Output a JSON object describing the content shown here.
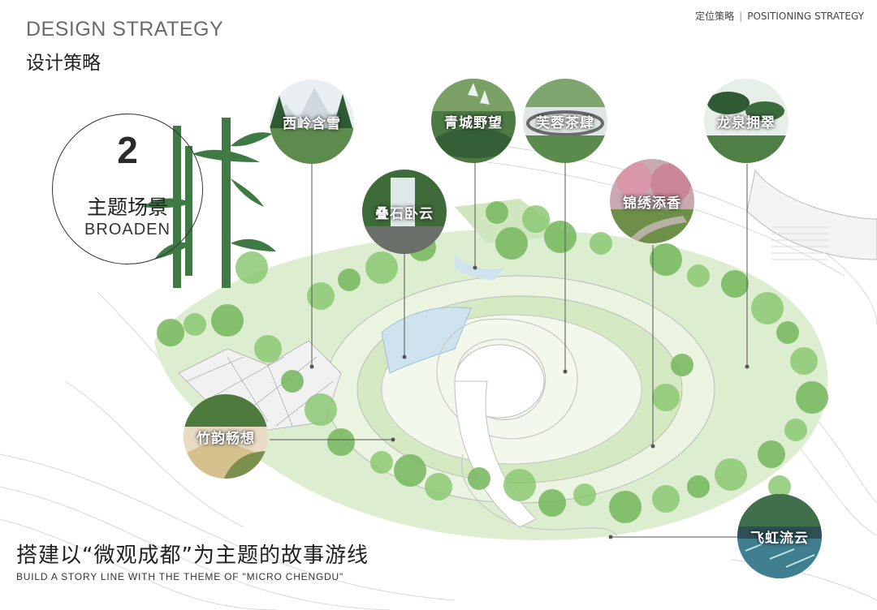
{
  "header": {
    "title_en": "DESIGN STRATEGY",
    "title_cn": "设计策略",
    "section_cn": "定位策略",
    "section_en": "POSITIONING STRATEGY"
  },
  "badge": {
    "number": "2",
    "title_cn": "主题场景",
    "title_en": "BROADEN"
  },
  "scenes": [
    {
      "label": "西岭含雪",
      "icon": "snow-mountain-photo"
    },
    {
      "label": "青城野望",
      "icon": "fountain-garden-photo"
    },
    {
      "label": "芙蓉茶肆",
      "icon": "teahouse-photo"
    },
    {
      "label": "龙泉拥翠",
      "icon": "pine-garden-photo"
    },
    {
      "label": "叠石卧云",
      "icon": "rock-waterfall-photo"
    },
    {
      "label": "锦绣添香",
      "icon": "flower-path-photo"
    },
    {
      "label": "竹韵畅想",
      "icon": "bamboo-hill-photo"
    },
    {
      "label": "飞虹流云",
      "icon": "water-feature-photo"
    }
  ],
  "footer": {
    "title_cn": "搭建以“微观成都”为主题的故事游线",
    "title_en": "BUILD A STORY LINE WITH THE THEME OF \"MICRO CHENGDU\""
  },
  "colors": {
    "green_light": "#d9ecc9",
    "green_mid": "#a9d38e",
    "tree": "#7fbf67",
    "bamboo": "#3f7a45",
    "line": "#555555"
  }
}
